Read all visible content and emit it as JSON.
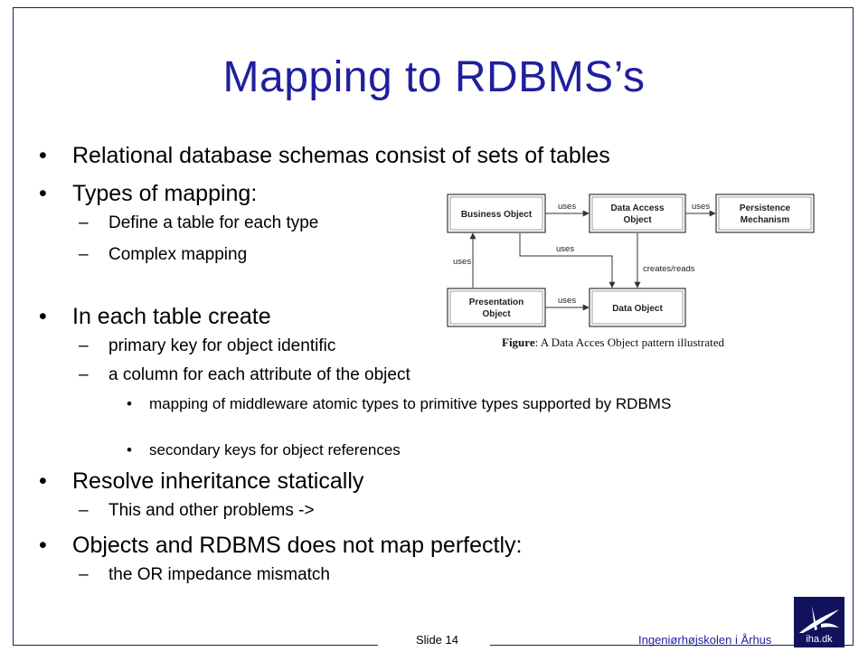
{
  "slide": {
    "title": "Mapping to RDBMS’s",
    "bullets": [
      {
        "marker": "•",
        "text": "Relational database schemas consist of sets of tables"
      },
      {
        "marker": "•",
        "text": "Types of mapping:",
        "sub": [
          {
            "marker": "–",
            "text": "Define a table for each type"
          },
          {
            "marker": "–",
            "text": "Complex mapping"
          }
        ]
      },
      {
        "marker": "•",
        "text": "In each table create",
        "sub": [
          {
            "marker": "–",
            "text": "primary key for object identific"
          },
          {
            "marker": "–",
            "text": "a column for each attribute of the object",
            "sub": [
              {
                "marker": "•",
                "text": "mapping of middleware atomic types to primitive types supported by RDBMS"
              },
              {
                "marker": "•",
                "text": "secondary keys for object references"
              }
            ]
          }
        ]
      },
      {
        "marker": "•",
        "text": "Resolve inheritance statically",
        "sub": [
          {
            "marker": "–",
            "text": "This and other problems ->"
          }
        ]
      },
      {
        "marker": "•",
        "text": "Objects and RDBMS does not map perfectly:",
        "sub": [
          {
            "marker": "–",
            "text": "the OR impedance mismatch"
          }
        ]
      }
    ]
  },
  "figure": {
    "boxes": {
      "business_object": "Business Object",
      "data_access_object": [
        "Data Access",
        "Object"
      ],
      "persistence_mechanism": [
        "Persistence",
        "Mechanism"
      ],
      "presentation_object": [
        "Presentation",
        "Object"
      ],
      "data_object": "Data Object"
    },
    "edges": {
      "uses_1": "uses",
      "uses_2": "uses",
      "uses_3": "uses",
      "uses_4": "uses",
      "uses_5": "uses",
      "creates_reads": "creates/reads"
    },
    "caption_bold": "Figure",
    "caption_rest": ": A Data Acces Object pattern illustrated"
  },
  "footer": {
    "slide_number": "Slide 14",
    "organization": "Ingeniørhøjskolen i Århus",
    "logo_text": "iha.dk"
  },
  "colors": {
    "title": "#1f1f9e",
    "frame": "#1c1c6b",
    "logo_bg": "#12125c"
  }
}
